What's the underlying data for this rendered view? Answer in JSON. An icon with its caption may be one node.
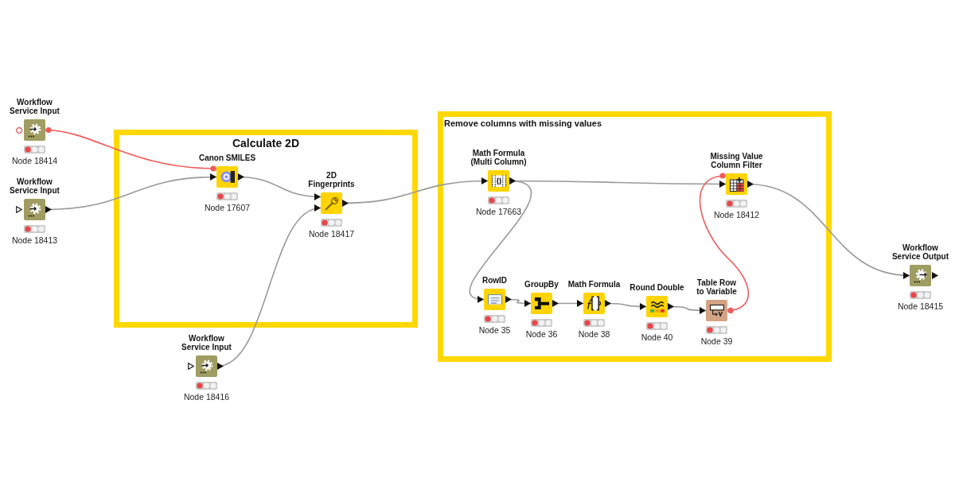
{
  "diagram": {
    "nodes": [
      {
        "text": [
          "Workflow Service Input"
        ],
        "beside": [
          "Node 18414"
        ]
      },
      {
        "text": [
          "Workflow Service Input"
        ],
        "beside": [
          "Node 18413"
        ]
      },
      {
        "text": [
          "Calculate 2D"
        ]
      },
      {
        "text": [
          "Canon SMILES"
        ],
        "beside": [
          "Node 17607"
        ],
        "in": 2
      },
      {
        "text": [
          "2D Fingerprints"
        ],
        "beside": [
          "Node 18417"
        ],
        "in": 2
      },
      {
        "text": [
          "Workflow Service Input"
        ],
        "beside": [
          "Node 18416"
        ]
      },
      {
        "text": [
          "Remove columns with missing values"
        ]
      },
      {
        "text": [
          "Math Formula (Multi Column)"
        ],
        "beside": [
          "Node 17663"
        ],
        "in": 6
      },
      {
        "text": [
          "Missing Value Column Filter"
        ],
        "beside": [
          "Node 18412"
        ],
        "in": 6
      },
      {
        "text": [
          "RowID"
        ],
        "beside": [
          "Node 35"
        ],
        "in": 6
      },
      {
        "text": [
          "GroupBy"
        ],
        "beside": [
          "Node 36"
        ],
        "in": 6
      },
      {
        "text": [
          "Math Formula"
        ],
        "beside": [
          "Node 38"
        ],
        "in": 6
      },
      {
        "text": [
          "Round Double"
        ],
        "beside": [
          "Node 40"
        ],
        "in": 6
      },
      {
        "text": [
          "Table Row to Variable"
        ],
        "beside": [
          "Node 39"
        ],
        "in": 6
      },
      {
        "text": [
          "Workflow Service Output"
        ],
        "beside": [
          "Node 18415"
        ]
      }
    ],
    "edges": [
      {
        "from": 0,
        "to": 3,
        "arrow": "other",
        "color": "#f05a5a"
      },
      {
        "from": 1,
        "to": 3,
        "arrow": "to"
      },
      {
        "from": 3,
        "to": 4,
        "arrow": "to"
      },
      {
        "from": 5,
        "to": 4,
        "arrow": "to"
      },
      {
        "from": 4,
        "to": 7,
        "arrow": "to"
      },
      {
        "from": 7,
        "to": 8,
        "arrow": "to"
      },
      {
        "from": 7,
        "to": 9,
        "arrow": "to"
      },
      {
        "from": 9,
        "to": 10,
        "arrow": "to"
      },
      {
        "from": 10,
        "to": 11,
        "arrow": "to"
      },
      {
        "from": 11,
        "to": 12,
        "arrow": "to"
      },
      {
        "from": 12,
        "to": 13,
        "arrow": "to"
      },
      {
        "from": 13,
        "to": 8,
        "arrow": "other",
        "color": "#f05a5a"
      },
      {
        "from": 8,
        "to": 14,
        "arrow": "to"
      }
    ]
  }
}
